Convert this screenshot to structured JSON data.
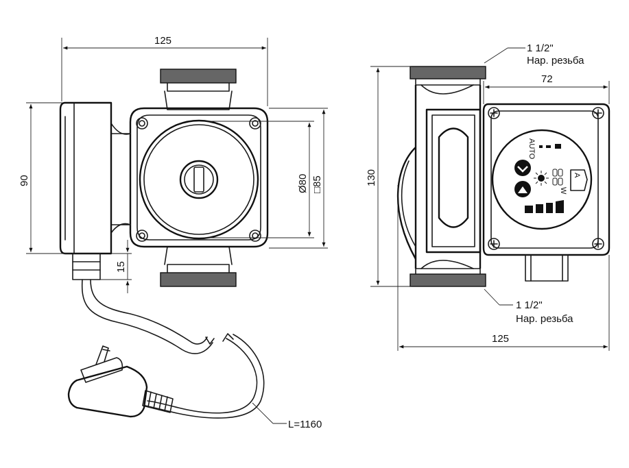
{
  "left_view": {
    "dim_width": "125",
    "dim_height": "90",
    "dim_diameter": "Ø80",
    "dim_square": "□85",
    "dim_cable_offset": "15",
    "cable_length": "L=1160"
  },
  "right_view": {
    "thread_top": "1 1/2\"",
    "thread_top_type": "Нар. резьба",
    "dim_depth": "72",
    "dim_height": "130",
    "thread_bottom": "1 1/2\"",
    "thread_bottom_type": "Нар. резьба",
    "dim_width": "125",
    "panel_auto": "AUTO",
    "panel_mode": "A",
    "panel_w": "W"
  }
}
